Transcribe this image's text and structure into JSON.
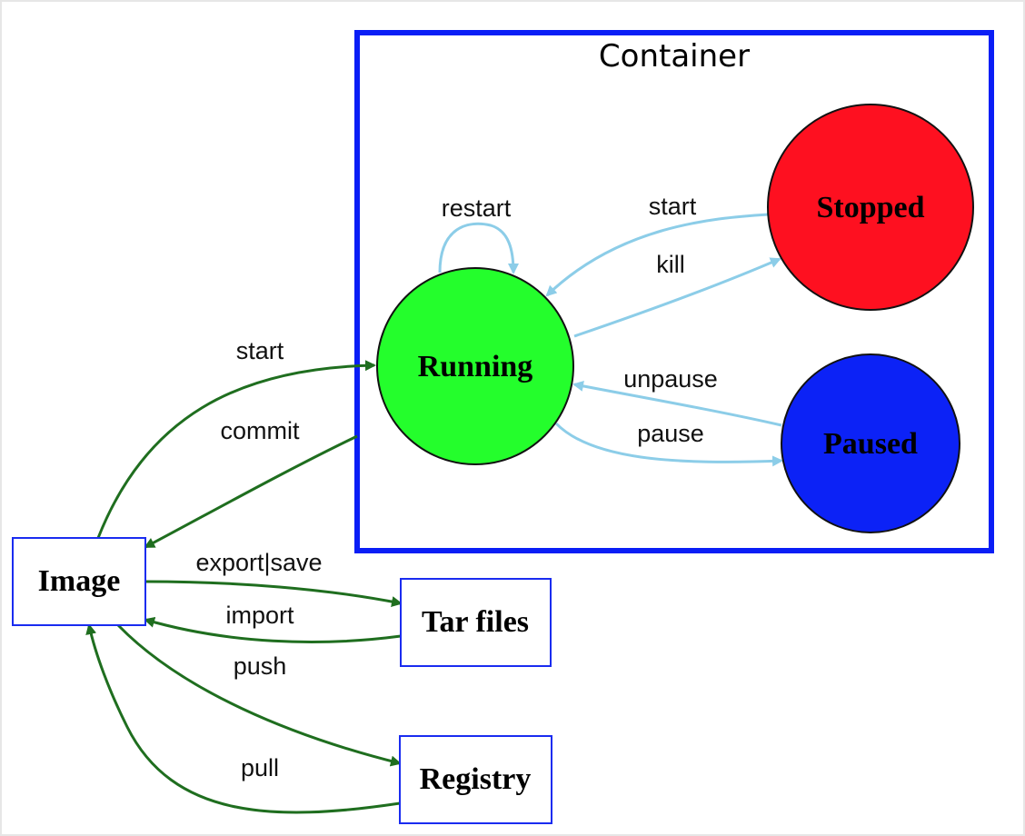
{
  "diagram": {
    "cluster": {
      "label": "Container",
      "border_color": "#0a1ef6"
    },
    "nodes": {
      "running": {
        "label": "Running",
        "fill": "#24fe2c"
      },
      "stopped": {
        "label": "Stopped",
        "fill": "#fe1020"
      },
      "paused": {
        "label": "Paused",
        "fill": "#0c22f6"
      },
      "image": {
        "label": "Image",
        "border": "#1a2cf0"
      },
      "tar_files": {
        "label": "Tar files",
        "border": "#1a2cf0"
      },
      "registry": {
        "label": "Registry",
        "border": "#1a2cf0"
      }
    },
    "edges": {
      "restart": "restart",
      "start_stopped_running": "start",
      "kill": "kill",
      "unpause": "unpause",
      "pause": "pause",
      "start_image_running": "start",
      "commit": "commit",
      "export_save": "export|save",
      "import": "import",
      "push": "push",
      "pull": "pull"
    },
    "colors": {
      "container_edges": "#8ccde8",
      "image_edges": "#1f6e1f"
    }
  }
}
